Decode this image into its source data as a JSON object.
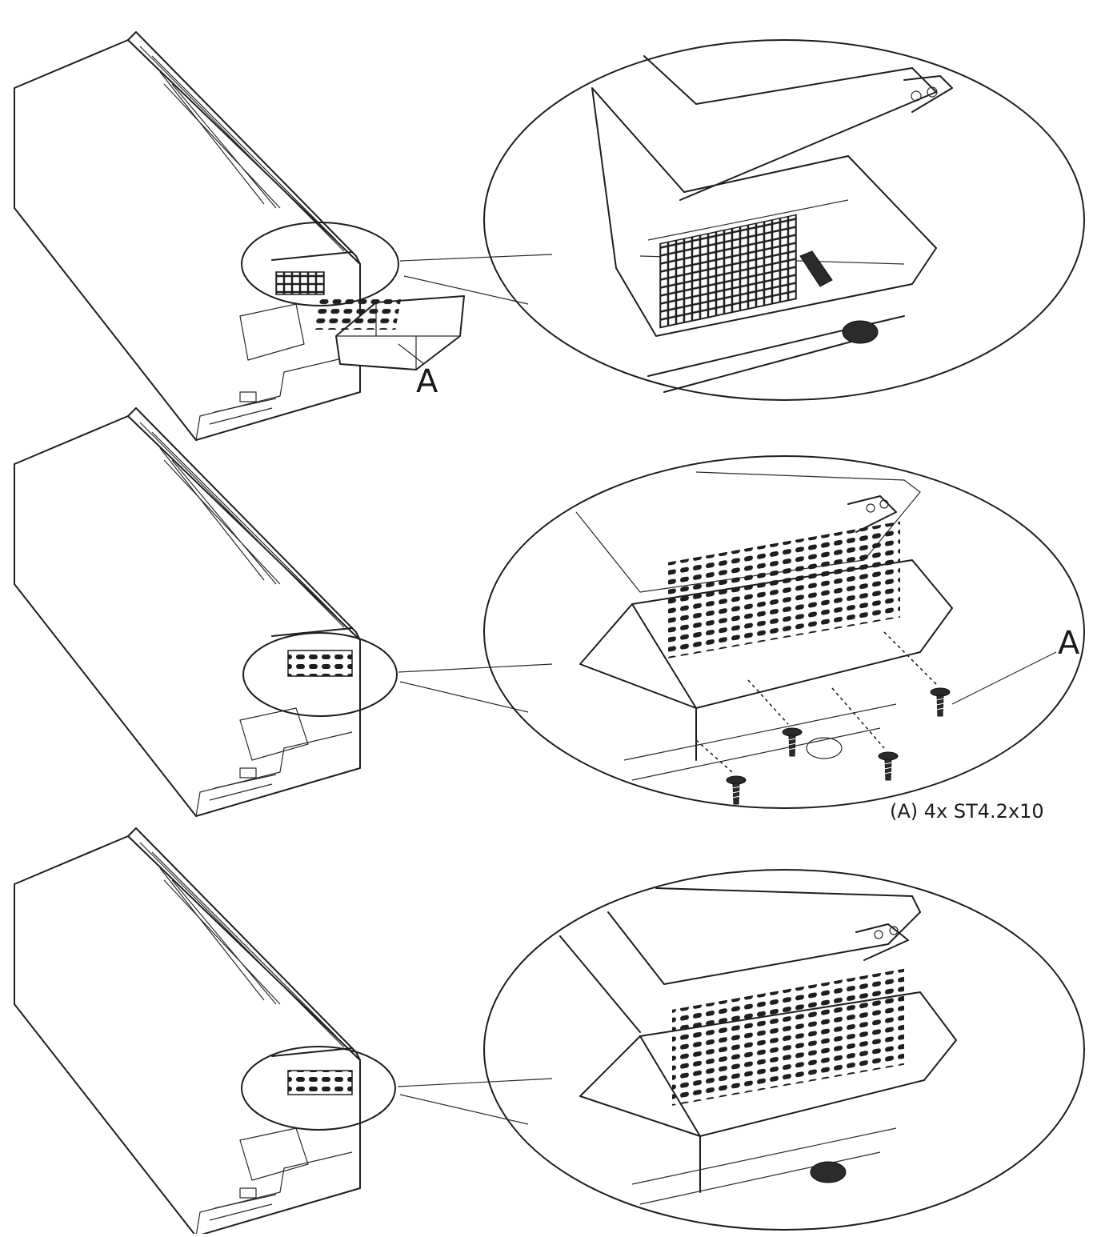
{
  "labels": {
    "part_a_step1": "A",
    "part_a_step2": "A",
    "screw_spec": "(A) 4x ST4.2x10"
  }
}
